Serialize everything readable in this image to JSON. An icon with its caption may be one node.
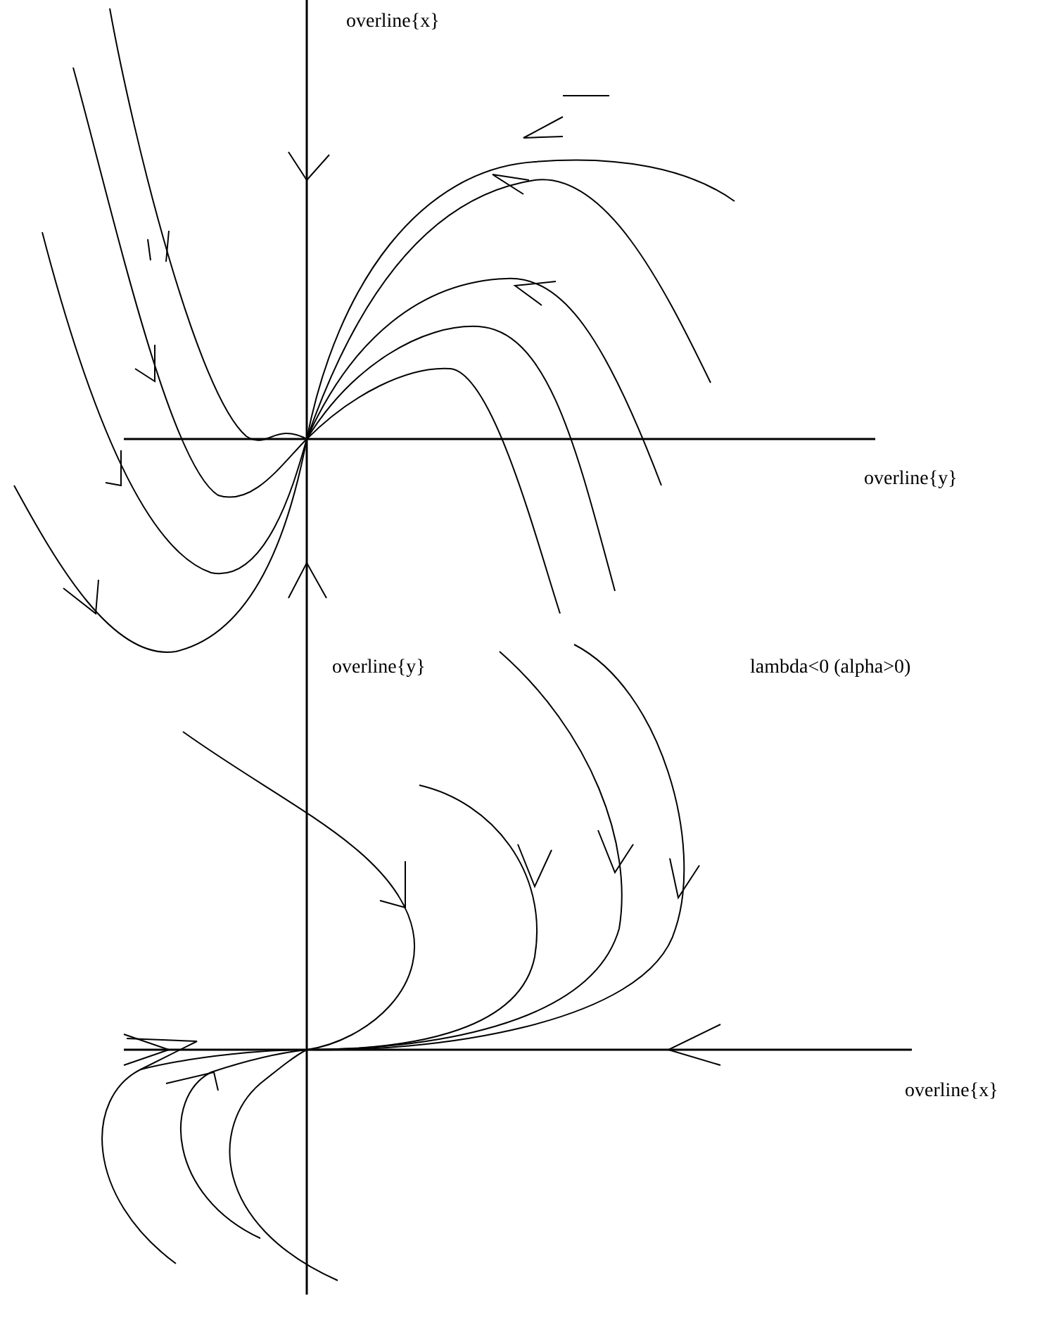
{
  "diagram": {
    "labels": [
      "overline{x}",
      "overline{y}",
      "overline{y}",
      "lambda<0 (alpha>0)",
      "overline{x}"
    ]
  }
}
